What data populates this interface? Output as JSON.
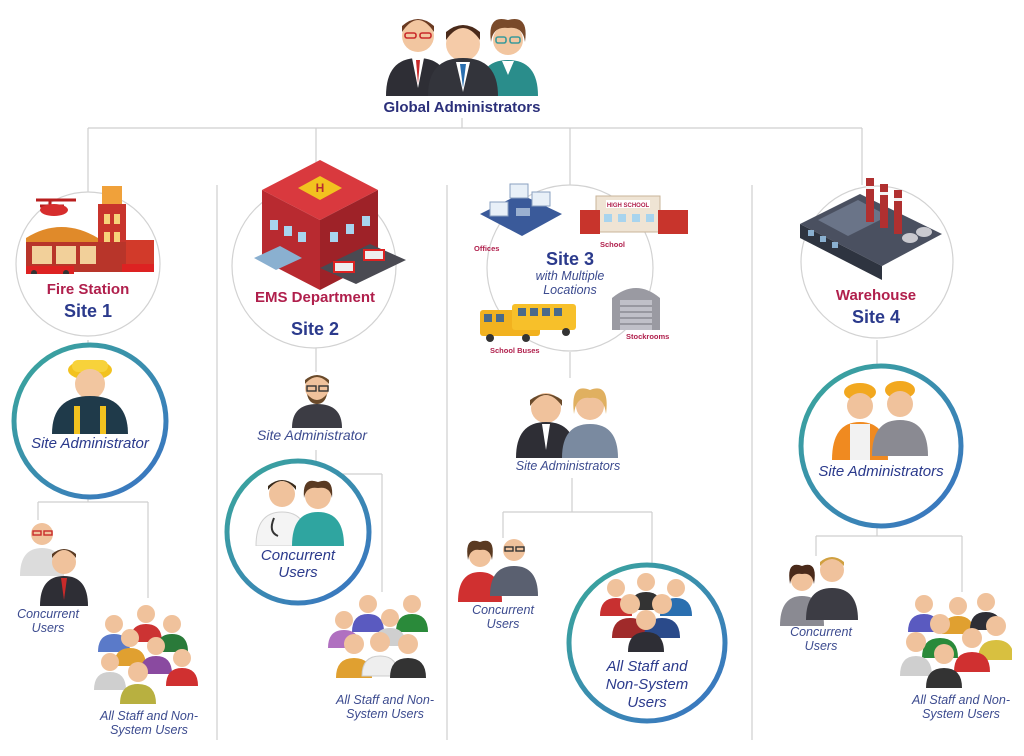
{
  "top": {
    "title": "Global Administrators"
  },
  "sites": [
    {
      "name": "Fire Station",
      "number": "Site 1",
      "admin": "Site Administrator",
      "concurrent": "Concurrent Users",
      "staff": "All Staff and Non-System Users"
    },
    {
      "name": "EMS Department",
      "number": "Site 2",
      "admin": "Site Administrator",
      "concurrent": "Concurrent Users",
      "staff": "All Staff and Non-System Users"
    },
    {
      "name": "",
      "number": "Site 3",
      "subtitle": "with Multiple Locations",
      "locations": [
        "Offices",
        "School",
        "School Buses",
        "Stockrooms"
      ],
      "school_sign": "HIGH SCHOOL",
      "admin": "Site Administrators",
      "concurrent": "Concurrent Users",
      "staff": "All Staff and Non-System Users"
    },
    {
      "name": "Warehouse",
      "number": "Site 4",
      "admin": "Site Administrators",
      "concurrent": "Concurrent Users",
      "staff": "All Staff and Non-System Users"
    }
  ],
  "colors": {
    "navy": "#2b3a8c",
    "crimson": "#b01f4c",
    "line": "#c9c9c9",
    "ring_teal": "#3aa89a",
    "ring_blue": "#3a72c4"
  }
}
